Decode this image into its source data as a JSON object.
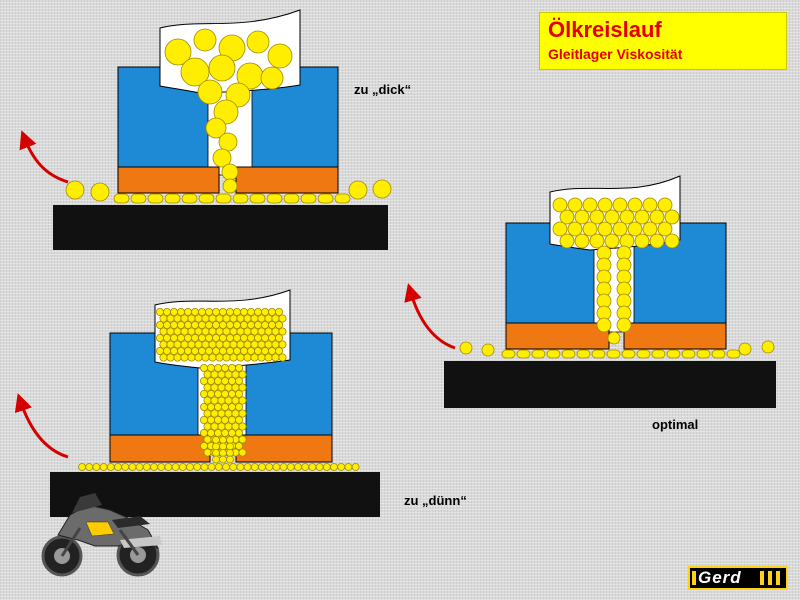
{
  "title": {
    "main": "Ölkreislauf",
    "sub": "Gleitlager Viskosität"
  },
  "labels": {
    "thick": "zu „dick“",
    "optimal": "optimal",
    "thin": "zu „dünn“"
  },
  "logo": {
    "text": "Gerd"
  },
  "colors": {
    "housing": "#1e8ad6",
    "bearing": "#ef7813",
    "shaft": "#111111",
    "oil": "#ffee00",
    "oil_outline": "#a08a00",
    "flow_arrow": "#d40000",
    "title_background": "#ffff00",
    "title_text": "#e40000"
  },
  "icons": [
    "flow-arrow-icon",
    "motorcycle-icon",
    "gerd-logo"
  ]
}
